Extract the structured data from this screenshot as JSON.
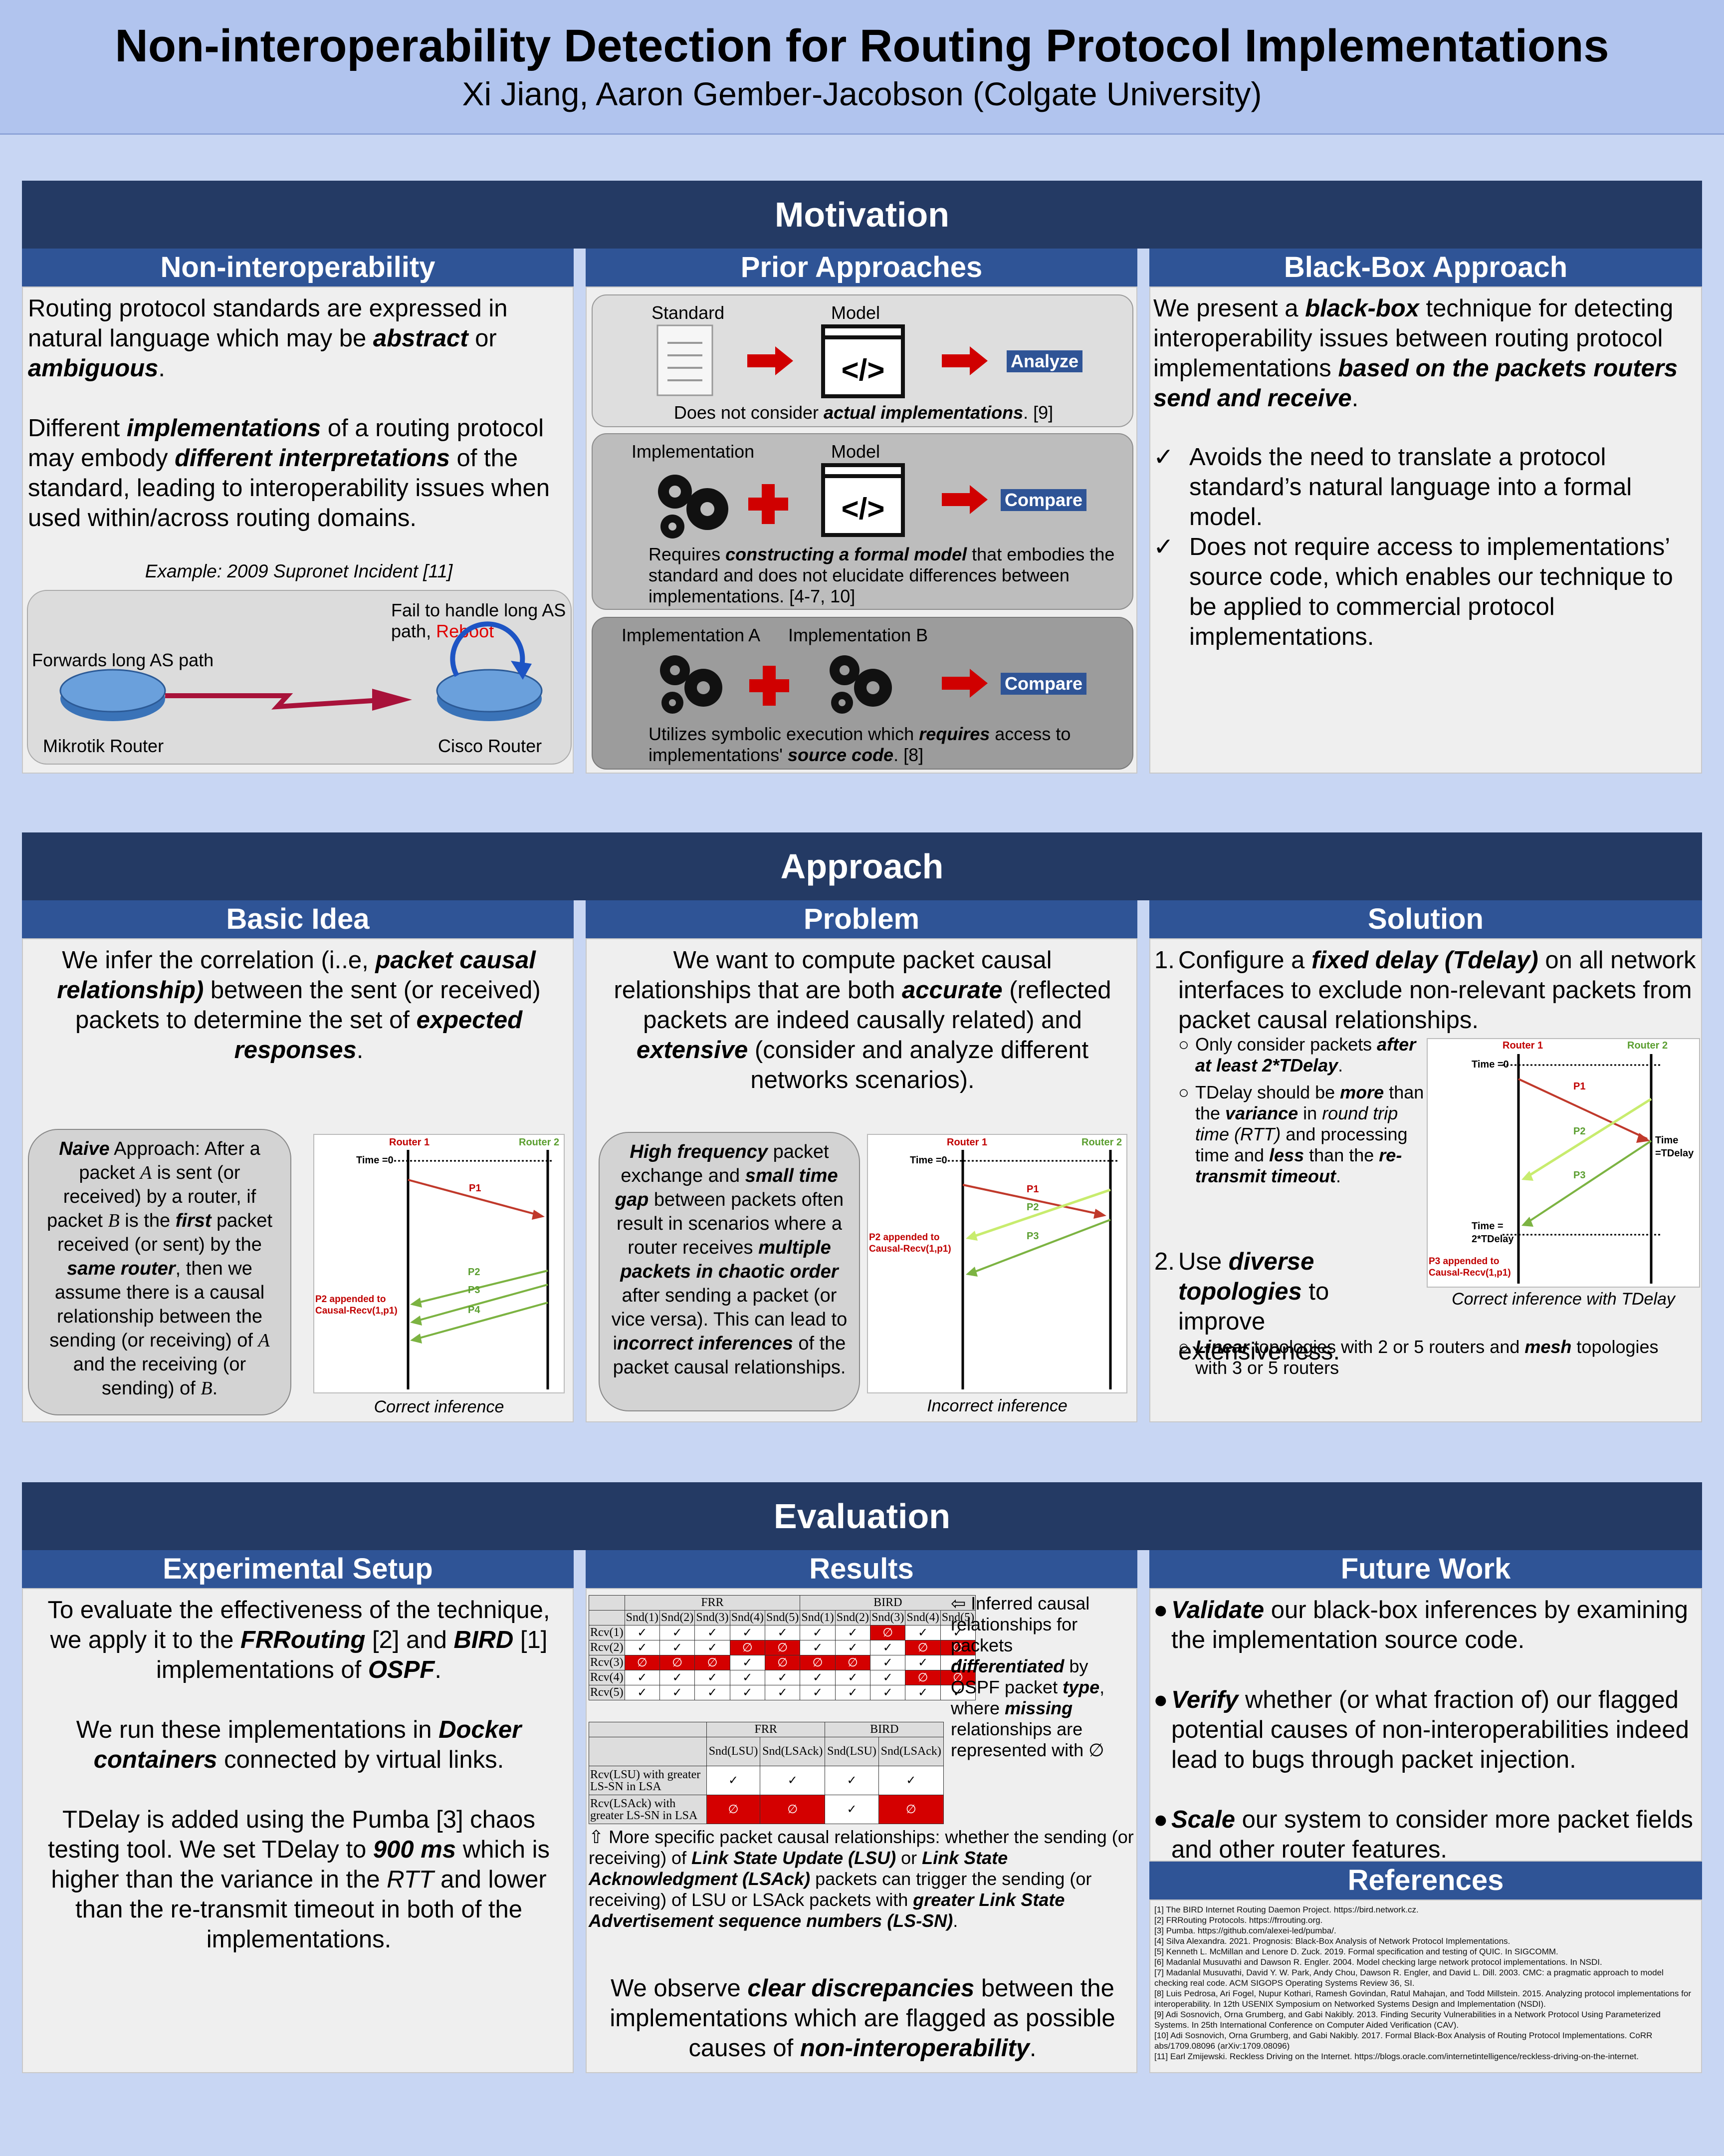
{
  "header": {
    "title": "Non-interoperability Detection for Routing Protocol Implementations",
    "authors": "Xi Jiang, Aaron Gember-Jacobson (Colgate University)"
  },
  "motivation": {
    "band": "Motivation",
    "col1": {
      "title": "Non-interoperability",
      "p1a": "Routing protocol standards are expressed in natural language which may be ",
      "p1b": "abstract",
      "p1c": " or ",
      "p1d": "ambiguous",
      "p1e": ".",
      "p2a": "Different ",
      "p2b": "implementations",
      "p2c": " of a routing protocol may embody ",
      "p2d": "different interpretations",
      "p2e": " of the standard, leading to interoperability issues when used within/across routing domains.",
      "example_caption": "Example: 2009 Supronet Incident [11]",
      "fail_label": "Fail to handle long AS path, ",
      "reboot": "Reboot",
      "forwards_label": "Forwards long AS path",
      "mikrotik": "Mikrotik Router",
      "cisco": "Cisco Router"
    },
    "col2": {
      "title": "Prior Approaches",
      "b1_label1": "Standard",
      "b1_label2": "Model",
      "b1_btn": "Analyze",
      "b1_text_a": "Does not consider ",
      "b1_text_b": "actual implementations",
      "b1_text_c": ". [9]",
      "b2_label1": "Implementation",
      "b2_label2": "Model",
      "b2_btn": "Compare",
      "b2_text_a": "Requires ",
      "b2_text_b": "constructing a formal model",
      "b2_text_c": " that embodies the standard and does not elucidate differences between implementations. [4-7, 10]",
      "b3_label1": "Implementation A",
      "b3_label2": "Implementation B",
      "b3_btn": "Compare",
      "b3_text_a": "Utilizes symbolic execution which ",
      "b3_text_b": "requires",
      "b3_text_c": " access to implementations' ",
      "b3_text_d": "source code",
      "b3_text_e": ". [8]",
      "code_glyph": "</>"
    },
    "col3": {
      "title": "Black-Box Approach",
      "p1a": "We present a ",
      "p1b": "black-box",
      "p1c": " technique for detecting interoperability issues between routing protocol implementations ",
      "p1d": "based on the packets routers send and receive",
      "p1e": ".",
      "check": "✓",
      "c1": "Avoids the need to translate a protocol standard’s natural language into a formal model.",
      "c2": "Does not require access to implementations’ source code, which enables our technique to be applied to commercial protocol implementations."
    }
  },
  "approach": {
    "band": "Approach",
    "col1": {
      "title": "Basic Idea",
      "p1a": "We infer the correlation (i..e, ",
      "p1b": "packet causal relationship)",
      "p1c": " between the sent (or received) packets to determine the set of ",
      "p1d": "expected responses",
      "p1e": ".",
      "pill_a": "Naive",
      "pill_b": " Approach: After a packet ",
      "pill_c": "A",
      "pill_d": " is sent (or received) by a router, if packet ",
      "pill_e": "B",
      "pill_f": " is the ",
      "pill_g": "first",
      "pill_h": " packet received (or sent) by the ",
      "pill_i": "same router",
      "pill_j": ", then we assume there is a causal relationship between the sending (or receiving) of ",
      "pill_k": "A",
      "pill_l": " and the receiving (or sending) of ",
      "pill_m": "B",
      "pill_n": ".",
      "caption": "Correct inference",
      "d_r1": "Router 1",
      "d_r2": "Router 2",
      "d_time": "Time =0",
      "d_p1": "P1",
      "d_p2": "P2",
      "d_p3": "P3",
      "d_p4": "P4",
      "d_note": "P2 appended to Causal-Recv(1,p1)"
    },
    "col2": {
      "title": "Problem",
      "p1a": "We want to compute packet causal relationships that are both ",
      "p1b": "accurate",
      "p1c": " (reflected packets are indeed causally related) and ",
      "p1d": "extensive",
      "p1e": " (consider and analyze different networks scenarios).",
      "pill_a": "High frequency",
      "pill_b": " packet exchange and ",
      "pill_c": "small time gap",
      "pill_d": " between packets often result in scenarios where a router receives ",
      "pill_e": "multiple packets in chaotic order",
      "pill_f": " after sending a packet (or vice versa). This can lead to i",
      "pill_g": "ncorrect inferences",
      "pill_h": " of the packet causal relationships.",
      "caption": "Incorrect inference",
      "d_r1": "Router 1",
      "d_r2": "Router 2",
      "d_time": "Time =0",
      "d_p1": "P1",
      "d_p2": "P2",
      "d_p3": "P3",
      "d_note": "P2 appended to Causal-Recv(1,p1)"
    },
    "col3": {
      "title": "Solution",
      "n1": "1.",
      "s1a": "Configure a ",
      "s1b": "fixed delay (Tdelay)",
      "s1c": " on all network interfaces to exclude non-relevant packets from packet causal relationships.",
      "b1a": "Only consider packets ",
      "b1b": "after at least 2*TDelay",
      "b1c": ".",
      "b2a": "TDelay should be ",
      "b2b": "more",
      "b2c": " than the ",
      "b2d": "variance",
      "b2e": " in ",
      "b2f": "round trip time (RTT)",
      "b2g": " and processing time and ",
      "b2h": "less",
      "b2i": " than the ",
      "b2j": "re-transmit timeout",
      "b2k": ".",
      "n2": "2.",
      "s2a": "Use ",
      "s2b": "diverse topologies",
      "s2c": " to improve extensiveness.",
      "b3a": "Linear",
      "b3b": " topologies with 2 or 5 routers and ",
      "b3c": "mesh",
      "b3d": " topologies with 3 or 5 routers",
      "caption": "Correct inference with TDelay",
      "d_r1": "Router 1",
      "d_r2": "Router 2",
      "d_time0": "Time =0",
      "d_p1": "P1",
      "d_p2": "P2",
      "d_p3": "P3",
      "d_time": "Time",
      "d_tdelay": "=TDelay",
      "d_time2a": "Time =",
      "d_time2b": "2*TDelay",
      "d_note": "P3 appended to Causal-Recv(1,p1)",
      "bullet": "○"
    }
  },
  "evaluation": {
    "band": "Evaluation",
    "col1": {
      "title": "Experimental Setup",
      "p1a": "To evaluate the effectiveness of the technique, we apply it to the ",
      "p1b": "FRRouting",
      "p1c": " [2] and ",
      "p1d": "BIRD",
      "p1e": " [1] implementations of ",
      "p1f": "OSPF",
      "p1g": ".",
      "p2a": "We run these implementations in ",
      "p2b": "Docker containers",
      "p2c": " connected by virtual links.",
      "p3a": "TDelay is added using the Pumba [3] chaos testing tool. We set TDelay to ",
      "p3b": "900 ms",
      "p3c": " which is higher than the variance in the ",
      "p3d": "RTT",
      "p3e": " and lower than the re-transmit timeout in both of the implementations."
    },
    "col2": {
      "title": "Results",
      "t1_frr": "FRR",
      "t1_bird": "BIRD",
      "t1_cols": [
        "Snd(1)",
        "Snd(2)",
        "Snd(3)",
        "Snd(4)",
        "Snd(5)",
        "Snd(1)",
        "Snd(2)",
        "Snd(3)",
        "Snd(4)",
        "Snd(5)"
      ],
      "t1_rows": [
        {
          "label": "Rcv(1)",
          "cells": [
            "✓",
            "✓",
            "✓",
            "✓",
            "✓",
            "✓",
            "✓",
            "∅",
            "✓",
            "✓"
          ]
        },
        {
          "label": "Rcv(2)",
          "cells": [
            "✓",
            "✓",
            "✓",
            "∅",
            "∅",
            "✓",
            "✓",
            "✓",
            "∅",
            "∅"
          ]
        },
        {
          "label": "Rcv(3)",
          "cells": [
            "∅",
            "∅",
            "∅",
            "✓",
            "∅",
            "∅",
            "∅",
            "✓",
            "✓",
            "✓"
          ]
        },
        {
          "label": "Rcv(4)",
          "cells": [
            "✓",
            "✓",
            "✓",
            "✓",
            "✓",
            "✓",
            "✓",
            "✓",
            "∅",
            "∅"
          ]
        },
        {
          "label": "Rcv(5)",
          "cells": [
            "✓",
            "✓",
            "✓",
            "✓",
            "✓",
            "✓",
            "✓",
            "✓",
            "✓",
            "✓"
          ]
        }
      ],
      "t1_red": [
        [
          false,
          false,
          false,
          false,
          false,
          false,
          false,
          true,
          false,
          false
        ],
        [
          false,
          false,
          false,
          true,
          true,
          false,
          false,
          false,
          true,
          true
        ],
        [
          true,
          true,
          true,
          false,
          true,
          true,
          true,
          false,
          false,
          false
        ],
        [
          false,
          false,
          false,
          false,
          false,
          false,
          false,
          false,
          true,
          true
        ],
        [
          false,
          false,
          false,
          false,
          false,
          false,
          false,
          false,
          false,
          false
        ]
      ],
      "t2_frr": "FRR",
      "t2_bird": "BIRD",
      "t2_cols": [
        "Snd(LSU)",
        "Snd(LSAck)",
        "Snd(LSU)",
        "Snd(LSAck)"
      ],
      "t2_rows": [
        {
          "label": "Rcv(LSU) with greater LS-SN in LSA",
          "cells": [
            "✓",
            "✓",
            "✓",
            "✓"
          ]
        },
        {
          "label": "Rcv(LSAck) with greater LS-SN in LSA",
          "cells": [
            "∅",
            "∅",
            "✓",
            "∅"
          ]
        }
      ],
      "t2_red": [
        [
          false,
          false,
          false,
          false
        ],
        [
          true,
          true,
          false,
          true
        ]
      ],
      "side_a": "⇦ Inferred causal relationships for packets ",
      "side_b": "differentiated",
      "side_c": " by OSPF packet ",
      "side_d": "type",
      "side_e": ", where ",
      "side_f": "missing",
      "side_g": " relationships are represented with ∅",
      "m_a": "⇧ More specific packet causal relationships: whether the sending (or receiving) of ",
      "m_b": "Link State Update (LSU)",
      "m_c": " or ",
      "m_d": "Link State Acknowledgment (LSAck)",
      "m_e": " packets can trigger the sending (or receiving) of LSU or LSAck packets with ",
      "m_f": "greater Link State Advertisement sequence numbers (LS-SN)",
      "m_g": ".",
      "o_a": "We observe ",
      "o_b": "clear discrepancies",
      "o_c": " between the implementations which are flagged as possible causes of ",
      "o_d": "non-interoperability",
      "o_e": "."
    },
    "col3": {
      "title": "Future Work",
      "dot": "●",
      "f1a": "Validate",
      "f1b": " our black-box inferences by examining the implementation source code.",
      "f2a": "Verify",
      "f2b": " whether (or what fraction of) our flagged potential causes of non-interoperabilities indeed lead to bugs through packet injection.",
      "f3a": "Scale",
      "f3b": " our system to consider more packet fields and other router features.",
      "refs_title": "References",
      "refs": [
        "[1] The BIRD Internet Routing Daemon Project. https://bird.network.cz.",
        "[2] FRRouting Protocols. https://frrouting.org.",
        "[3] Pumba. https://github.com/alexei-led/pumba/.",
        "[4] Silva Alexandra. 2021. Prognosis: Black-Box Analysis of Network Protocol Implementations.",
        "[5] Kenneth L. McMillan and Lenore D. Zuck. 2019. Formal specification and testing of QUIC. In SIGCOMM.",
        "[6] Madanlal Musuvathi and Dawson R. Engler. 2004. Model checking large network protocol implementations. In NSDI.",
        "[7] Madanlal Musuvathi, David Y. W. Park, Andy Chou, Dawson R. Engler, and David L. Dill. 2003. CMC: a pragmatic approach to model checking real code. ACM SIGOPS Operating Systems Review 36, SI.",
        "[8] Luis Pedrosa, Ari Fogel, Nupur Kothari, Ramesh Govindan, Ratul Mahajan, and Todd Millstein. 2015. Analyzing protocol implementations for interoperability. In 12th USENIX Symposium on Networked Systems Design and Implementation (NSDI).",
        "[9] Adi Sosnovich, Orna Grumberg, and Gabi Nakibly. 2013. Finding Security Vulnerabilities in a Network Protocol Using Parameterized Systems. In 25th International Conference on Computer Aided Verification (CAV).",
        "[10] Adi Sosnovich, Orna Grumberg, and Gabi Nakibly. 2017. Formal Black-Box Analysis of Routing Protocol Implementations. CoRR abs/1709.08096 (arXiv:1709.08096)",
        "[11] Earl Zmijewski. Reckless Driving on the Internet. https://blogs.oracle.com/internetintelligence/reckless-driving-on-the-internet."
      ]
    }
  },
  "colors": {
    "band": "#243a64",
    "colhead": "#2f5496",
    "red": "#c00000",
    "green": "#5a9e2f",
    "lightgreen": "#b6e35a"
  }
}
